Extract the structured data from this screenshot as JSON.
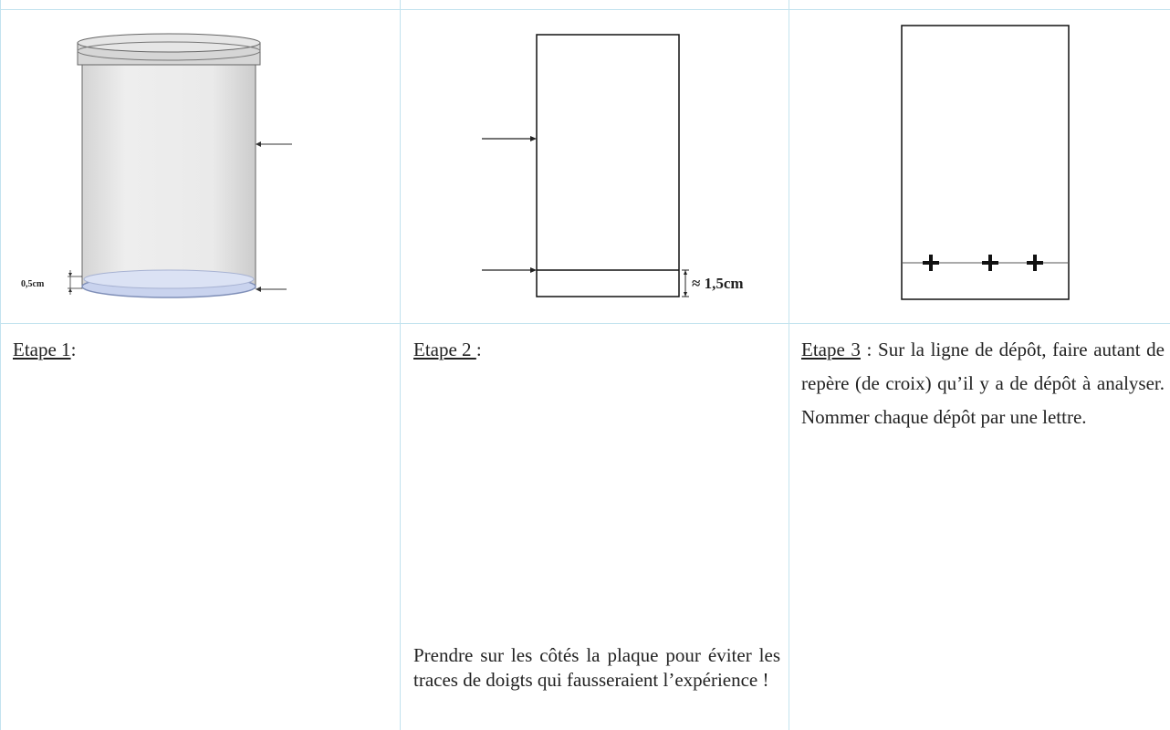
{
  "cells": {
    "step1": {
      "label": "Etape 1",
      "suffix": ":",
      "figure": {
        "measure_label": "0,5cm"
      }
    },
    "step2": {
      "label": "Etape 2 ",
      "suffix": ":",
      "figure": {
        "measure_label": "≈ 1,5cm"
      },
      "note": "Prendre sur les côtés la plaque pour éviter les traces de doigts qui fausseraient l’expérience !"
    },
    "step3": {
      "label": "Etape 3",
      "text": " : Sur la ligne de dépôt, faire autant de repère (de croix) qu’il y a de dépôt à analyser. Nommer chaque dépôt par une lettre."
    }
  },
  "colors": {
    "border": "#c3e3ef",
    "liquid": "#c9d3ee",
    "lid": "#d6d6d6"
  }
}
